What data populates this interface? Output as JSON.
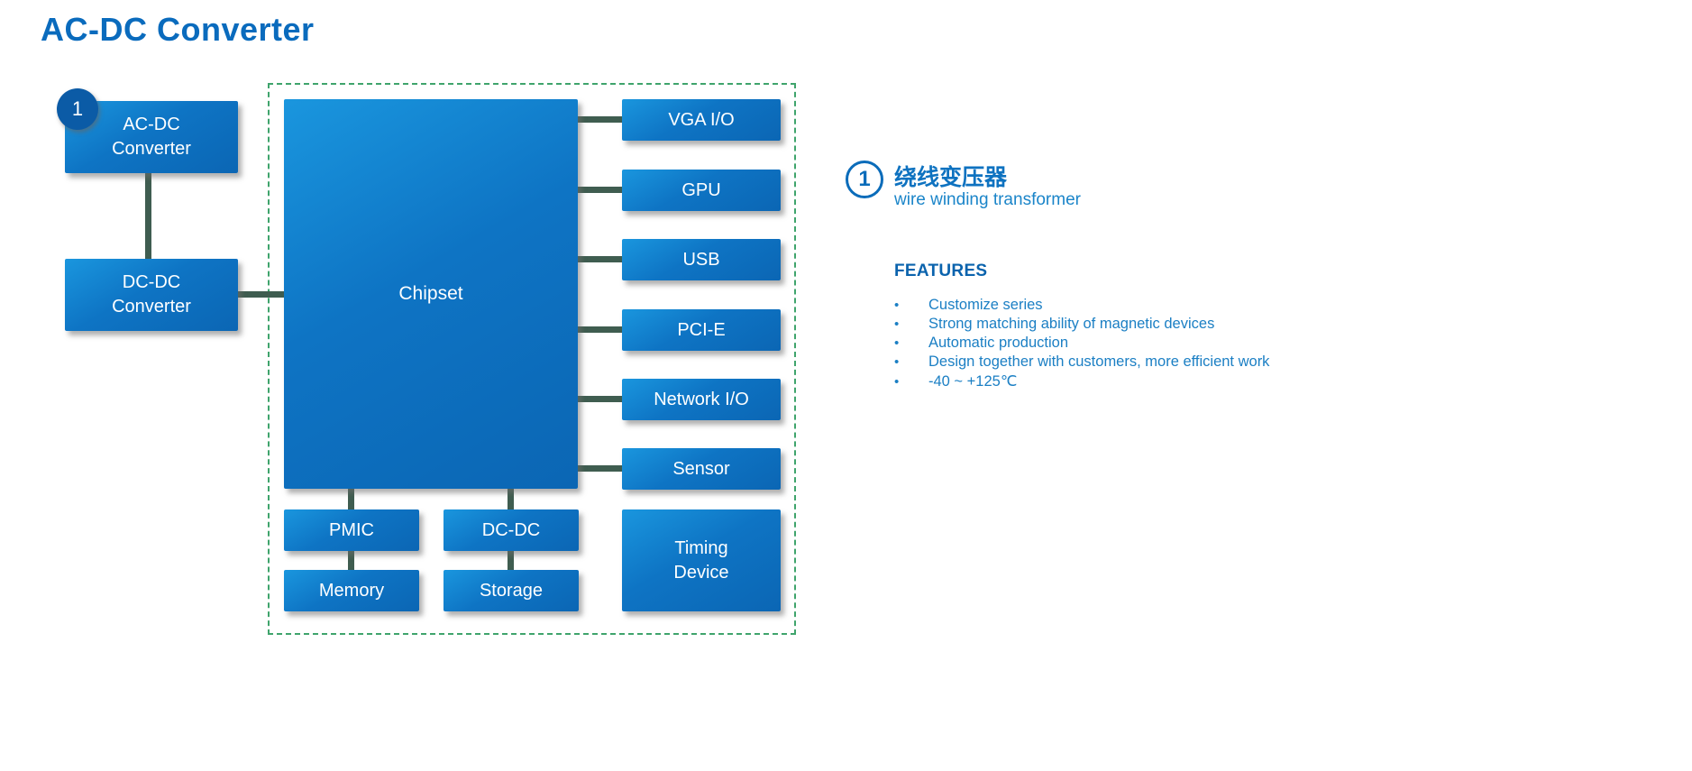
{
  "page": {
    "title": "AC-DC Converter"
  },
  "diagram": {
    "badge": "1",
    "ac_dc_box": {
      "label": "AC-DC\nConverter"
    },
    "dc_dc_left_box": {
      "label": "DC-DC\nConverter"
    },
    "chipset": {
      "label": "Chipset"
    },
    "peripherals": [
      {
        "label": "VGA I/O"
      },
      {
        "label": "GPU"
      },
      {
        "label": "USB"
      },
      {
        "label": "PCI-E"
      },
      {
        "label": "Network I/O"
      },
      {
        "label": "Sensor"
      }
    ],
    "bottom_boxes": [
      {
        "label": "PMIC"
      },
      {
        "label": "Memory"
      },
      {
        "label": "DC-DC"
      },
      {
        "label": "Storage"
      }
    ],
    "timing": {
      "label": "Timing\nDevice"
    }
  },
  "annotation": {
    "number": "1",
    "title_zh": "绕线变压器",
    "title_en": "wire winding transformer",
    "features_heading": "FEATURES",
    "bullet": "•",
    "features": [
      "Customize series",
      "Strong matching ability of magnetic devices",
      "Automatic production",
      "Design together with customers, more efficient work",
      "-40 ~ +125℃"
    ]
  },
  "colors": {
    "accent_blue": "#0a6bbd",
    "box_gradient_start": "#1a96de",
    "box_gradient_end": "#0b66b4",
    "connector_green": "#3f5d50",
    "dashed_green": "#3fa46c"
  }
}
